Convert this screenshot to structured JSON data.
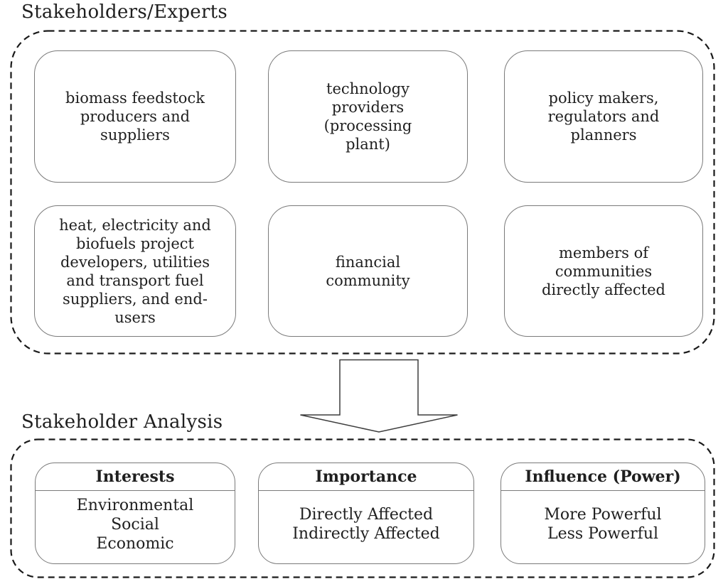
{
  "top_section": {
    "title": "Stakeholders/Experts",
    "boxes": [
      {
        "text": "biomass feedstock\nproducers and\nsuppliers"
      },
      {
        "text": "technology\nproviders\n(processing\nplant)"
      },
      {
        "text": "policy makers,\nregulators and\nplanners"
      },
      {
        "text": "heat, electricity and\nbiofuels project\ndevelopers, utilities\nand transport fuel\nsuppliers, and end-\nusers"
      },
      {
        "text": "financial\ncommunity"
      },
      {
        "text": "members of\ncommunities\ndirectly affected"
      }
    ]
  },
  "bottom_section": {
    "title": "Stakeholder Analysis",
    "boxes": [
      {
        "header": "Interests",
        "body": "Environmental\nSocial\nEconomic"
      },
      {
        "header": "Importance",
        "body": "Directly Affected\nIndirectly Affected"
      },
      {
        "header": "Influence (Power)",
        "body": "More Powerful\nLess Powerful"
      }
    ]
  },
  "colors": {
    "background": "#ffffff",
    "text": "#1f1f1f",
    "box_border": "#7a7a7a",
    "dashed_border": "#1a1a1a",
    "arrow_outline": "#3d3d3d"
  }
}
